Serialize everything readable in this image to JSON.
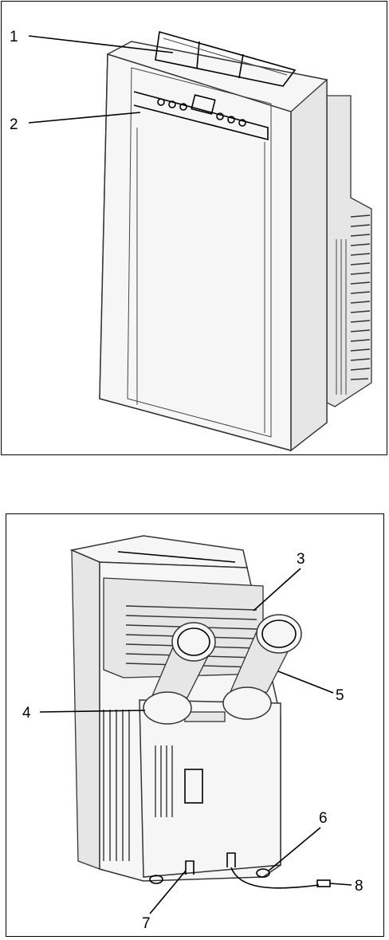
{
  "front_view": {
    "callouts": [
      {
        "number": "1"
      },
      {
        "number": "2"
      }
    ]
  },
  "rear_view": {
    "callouts": [
      {
        "number": "3"
      },
      {
        "number": "4"
      },
      {
        "number": "5"
      },
      {
        "number": "6"
      },
      {
        "number": "7"
      },
      {
        "number": "8"
      }
    ]
  }
}
